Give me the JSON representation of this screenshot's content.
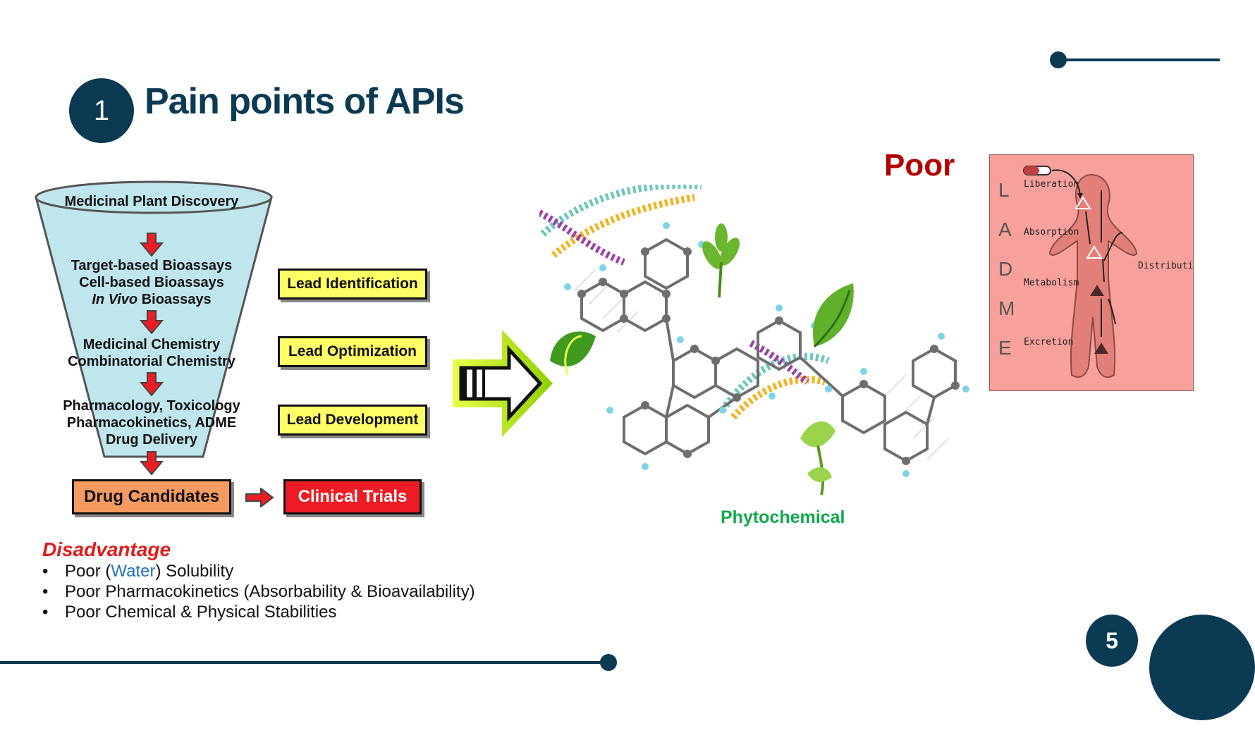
{
  "header": {
    "section_number": "1",
    "title": "Pain points of APIs"
  },
  "funnel": {
    "top_label": "Medicinal Plant Discovery",
    "stage1": [
      "Target-based Bioassays",
      "Cell-based Bioassays",
      "Bioassays"
    ],
    "stage1_italic": "In Vivo",
    "stage2": [
      "Medicinal Chemistry",
      "Combinatorial Chemistry"
    ],
    "stage3": [
      "Pharmacology, Toxicology",
      "Pharmacokinetics, ADME",
      "Drug Delivery"
    ],
    "fill_color": "#bfe6ec"
  },
  "lead_boxes": [
    "Lead Identification",
    "Lead Optimization",
    "Lead Development"
  ],
  "outcome": {
    "candidates": "Drug Candidates",
    "trials": "Clinical Trials",
    "candidates_color": "#f59a60",
    "trials_color": "#ee1c24"
  },
  "disadvantage": {
    "heading": "Disadvantage",
    "items": [
      {
        "pre": "Poor (",
        "highlight": "Water",
        "post": ") Solubility"
      },
      {
        "text": "Poor Pharmacokinetics (Absorbability & Bioavailability)"
      },
      {
        "text": "Poor Chemical & Physical Stabilities"
      }
    ],
    "highlight_color": "#1f6fc0"
  },
  "illustration": {
    "caption": "Phytochemical"
  },
  "adme": {
    "heading": "Poor",
    "letters": [
      "L",
      "A",
      "D",
      "M",
      "E"
    ],
    "labels": {
      "liberation": "Liberation",
      "absorption": "Absorption",
      "distribution": "Distribution",
      "metabolism": "Metabolism",
      "excretion": "Excretion"
    }
  },
  "page_number": "5",
  "colors": {
    "brand": "#0b3a53",
    "accent_red": "#e21b1b",
    "arrow_green": "#c6ff00"
  }
}
